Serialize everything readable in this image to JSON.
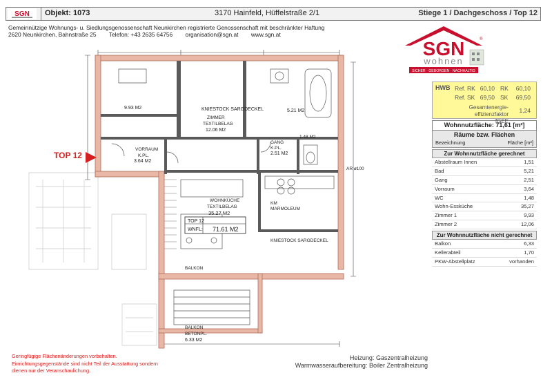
{
  "header": {
    "logo_text": "SGN",
    "object": "Objekt:  1073",
    "address": "3170 Hainfeld, Hüffelstraße 2/1",
    "location": "Stiege 1 / Dachgeschoss / Top 12"
  },
  "company": {
    "line1": "Gemeinnützige Wohnungs- u. Siedlungsgenossenschaft Neunkirchen registrierte Genossenschaft mit beschränkter Haftung",
    "address": "2620 Neunkirchen, Bahnstraße 25",
    "phone": "Telefon: +43 2635 64756",
    "email": "organisation@sgn.at",
    "web": "www.sgn.at"
  },
  "logo": {
    "name": "SGN",
    "sub": "wohnen",
    "slogan": "SICHER · GEBORGEN · NACHHALTIG",
    "reg": "®",
    "red": "#c8102e",
    "gray": "#8a8a8a"
  },
  "plan": {
    "marker": "TOP 12",
    "rooms": {
      "zimmer2": "ZIMMER",
      "zimmer2_floor": "TEXTILBELAG",
      "zimmer2_area": "12.06 M2",
      "zimmer1_area": "9.93 M2",
      "bad_area": "5.21 M2",
      "vorraum": "VORRAUM",
      "vorraum_floor": "K.PL.",
      "vorraum_area": "3.64 M2",
      "gang": "GANG",
      "gang_floor": "K.PL.",
      "gang_area": "2.51 M2",
      "wc_area": "1.48 M2",
      "wohnkueche": "WOHNKÜCHE",
      "wohnkueche_floor": "TEXTILBELAG",
      "wohnkueche_area": "35.27 M2",
      "km": "KM",
      "km_floor": "MARMOLEUM",
      "top_label": "TOP     12",
      "wnfl_label": "WNFL:",
      "wnfl_value": "71.61 M2",
      "balkon": "BALKON",
      "balkon_floor": "BETONPL.",
      "balkon_area": "6.33 M2",
      "kniestock": "KNIESTOCK SARGDECKEL",
      "ar": "AR ø100"
    },
    "accent": "#e8b7a6"
  },
  "panel": {
    "hwb_label": "HWB",
    "ref_rk_label": "Ref. RK",
    "ref_rk_value": "60,10",
    "rk_label": "RK",
    "rk_value": "60,10",
    "ref_sk_label": "Ref. SK",
    "ref_sk_value": "69,50",
    "sk_label": "SK",
    "sk_value": "69,50",
    "ge_label_1": "Gesamtenergie-",
    "ge_label_2": "effizienzfaktor fGEE",
    "ge_value": "1,24",
    "wnf": "Wohnnutzfläche: 71,61 [m²]",
    "rooms_title": "Räume bzw. Flächen",
    "col_name": "Bezeichnung",
    "col_area": "Fläche [m²]",
    "section_in": "Zur Wohnnutzfläche gerechnet",
    "rooms_in": [
      {
        "name": "Abstellraum Innen",
        "area": "1,51"
      },
      {
        "name": "Bad",
        "area": "5,21"
      },
      {
        "name": "Gang",
        "area": "2,51"
      },
      {
        "name": "Vorraum",
        "area": "3,64"
      },
      {
        "name": "WC",
        "area": "1,48"
      },
      {
        "name": "Wohn-Essküche",
        "area": "35,27"
      },
      {
        "name": "Zimmer 1",
        "area": "9,93"
      },
      {
        "name": "Zimmer 2",
        "area": "12,06"
      }
    ],
    "section_out": "Zur Wohnnutzfläche nicht gerechnet",
    "rooms_out": [
      {
        "name": "Balkon",
        "area": "6,33"
      },
      {
        "name": "Kellerabteil",
        "area": "1,70"
      },
      {
        "name": "PKW-Abstellplatz",
        "area": "vorhanden"
      }
    ]
  },
  "notes": {
    "line1": "Geringfügige Flächenänderungen vorbehalten.",
    "line2": "Einrichtungsgegenstände sind nicht Teil der Ausstattung sondern",
    "line3": "dienen nur der Veranschaulichung."
  },
  "heating": {
    "line1": "Heizung: Gaszentralheizung",
    "line2": "Warmwasseraufbereitung: Boiler Zentralheizung"
  }
}
